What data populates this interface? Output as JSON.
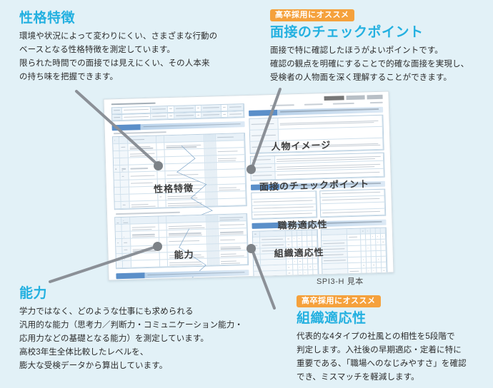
{
  "page": {
    "background_color": "#e2f1f7",
    "accent_color": "#23b0e0",
    "badge_color": "#f5a13c",
    "connector_color": "#7d8287"
  },
  "callouts": [
    {
      "key": "personality",
      "badge": null,
      "title": "性格特徴",
      "lines": [
        "環境や状況によって変わりにくい、さまざまな行動の",
        "ベースとなる性格特徴を測定しています。",
        "限られた時間での面接では見えにくい、その人本来",
        "の持ち味を把握できます。"
      ]
    },
    {
      "key": "interview",
      "badge": "高卒採用にオススメ",
      "title": "面接のチェックポイント",
      "lines": [
        "面接で特に確認したほうがよいポイントです。",
        "確認の観点を明確にすることで的確な面接を実現し、",
        "受検者の人物面を深く理解することができます。"
      ]
    },
    {
      "key": "ability",
      "badge": null,
      "title": "能力",
      "lines": [
        "学力ではなく、どのような仕事にも求められる",
        "汎用的な能力（思考力／判断力・コミュニケーション能力・",
        "応用力などの基礎となる能力）を測定しています。",
        "高校3年生全体比較したレベルを、",
        "膨大な受検データから算出しています。"
      ]
    },
    {
      "key": "organization",
      "badge": "高卒採用にオススメ",
      "title": "組織適応性",
      "lines": [
        "代表的な4タイプの社風との相性を5段階で",
        "判定します。入社後の早期適応・定着に特に",
        "重要である、「職場へのなじみやすさ」を確認",
        "でき、ミスマッチを軽減します。"
      ]
    }
  ],
  "document": {
    "caption": "SPI3-H 見本",
    "labels": [
      {
        "key": "personality",
        "text": "性格特徴"
      },
      {
        "key": "person_image",
        "text": "人物イメージ"
      },
      {
        "key": "interview",
        "text": "面接のチェックポイント"
      },
      {
        "key": "job_fit",
        "text": "職務適応性"
      },
      {
        "key": "ability",
        "text": "能力"
      },
      {
        "key": "organization",
        "text": "組織適応性"
      }
    ]
  }
}
